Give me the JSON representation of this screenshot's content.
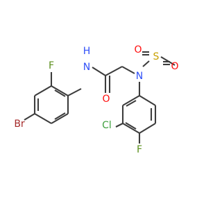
{
  "atoms": [
    {
      "id": "Br",
      "label": "Br",
      "color": "#a52a2a"
    },
    {
      "id": "F1",
      "label": "F",
      "color": "#5b8f1d"
    },
    {
      "id": "NH",
      "label": "N",
      "color": "#3050f8"
    },
    {
      "id": "H",
      "label": "H",
      "color": "#3050f8"
    },
    {
      "id": "O1",
      "label": "O",
      "color": "#ff0d0d"
    },
    {
      "id": "N2",
      "label": "N",
      "color": "#3050f8"
    },
    {
      "id": "S",
      "label": "S",
      "color": "#c8a000"
    },
    {
      "id": "O2",
      "label": "O",
      "color": "#ff0d0d"
    },
    {
      "id": "O3",
      "label": "O",
      "color": "#ff0d0d"
    },
    {
      "id": "Cl",
      "label": "Cl",
      "color": "#3fa03f"
    },
    {
      "id": "F2",
      "label": "F",
      "color": "#5b8f1d"
    }
  ],
  "bond_color": "#3c3c3c"
}
